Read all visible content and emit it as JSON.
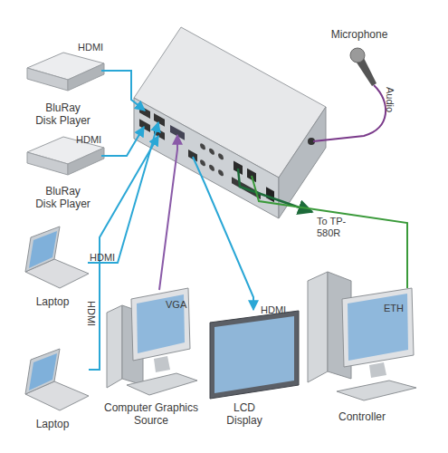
{
  "diagram": {
    "nodes": [
      {
        "text": [
          "Microphone"
        ]
      },
      {
        "text": [
          "BluRay Disk Player"
        ]
      },
      {
        "text": [
          "BluRay Disk Player"
        ]
      },
      {
        "text": [
          "Laptop"
        ]
      },
      {
        "text": [
          "Laptop"
        ]
      },
      {
        "text": [
          "Computer Graphics Source"
        ]
      },
      {
        "text": [
          "LCD Display"
        ]
      },
      {
        "text": [
          "Controller"
        ]
      }
    ],
    "labels": [
      "HDMI",
      "HDMI",
      "HDMI",
      "HDMI",
      "VGA",
      "HDMI",
      "ETH",
      "Audio",
      "To TP-580R"
    ]
  }
}
